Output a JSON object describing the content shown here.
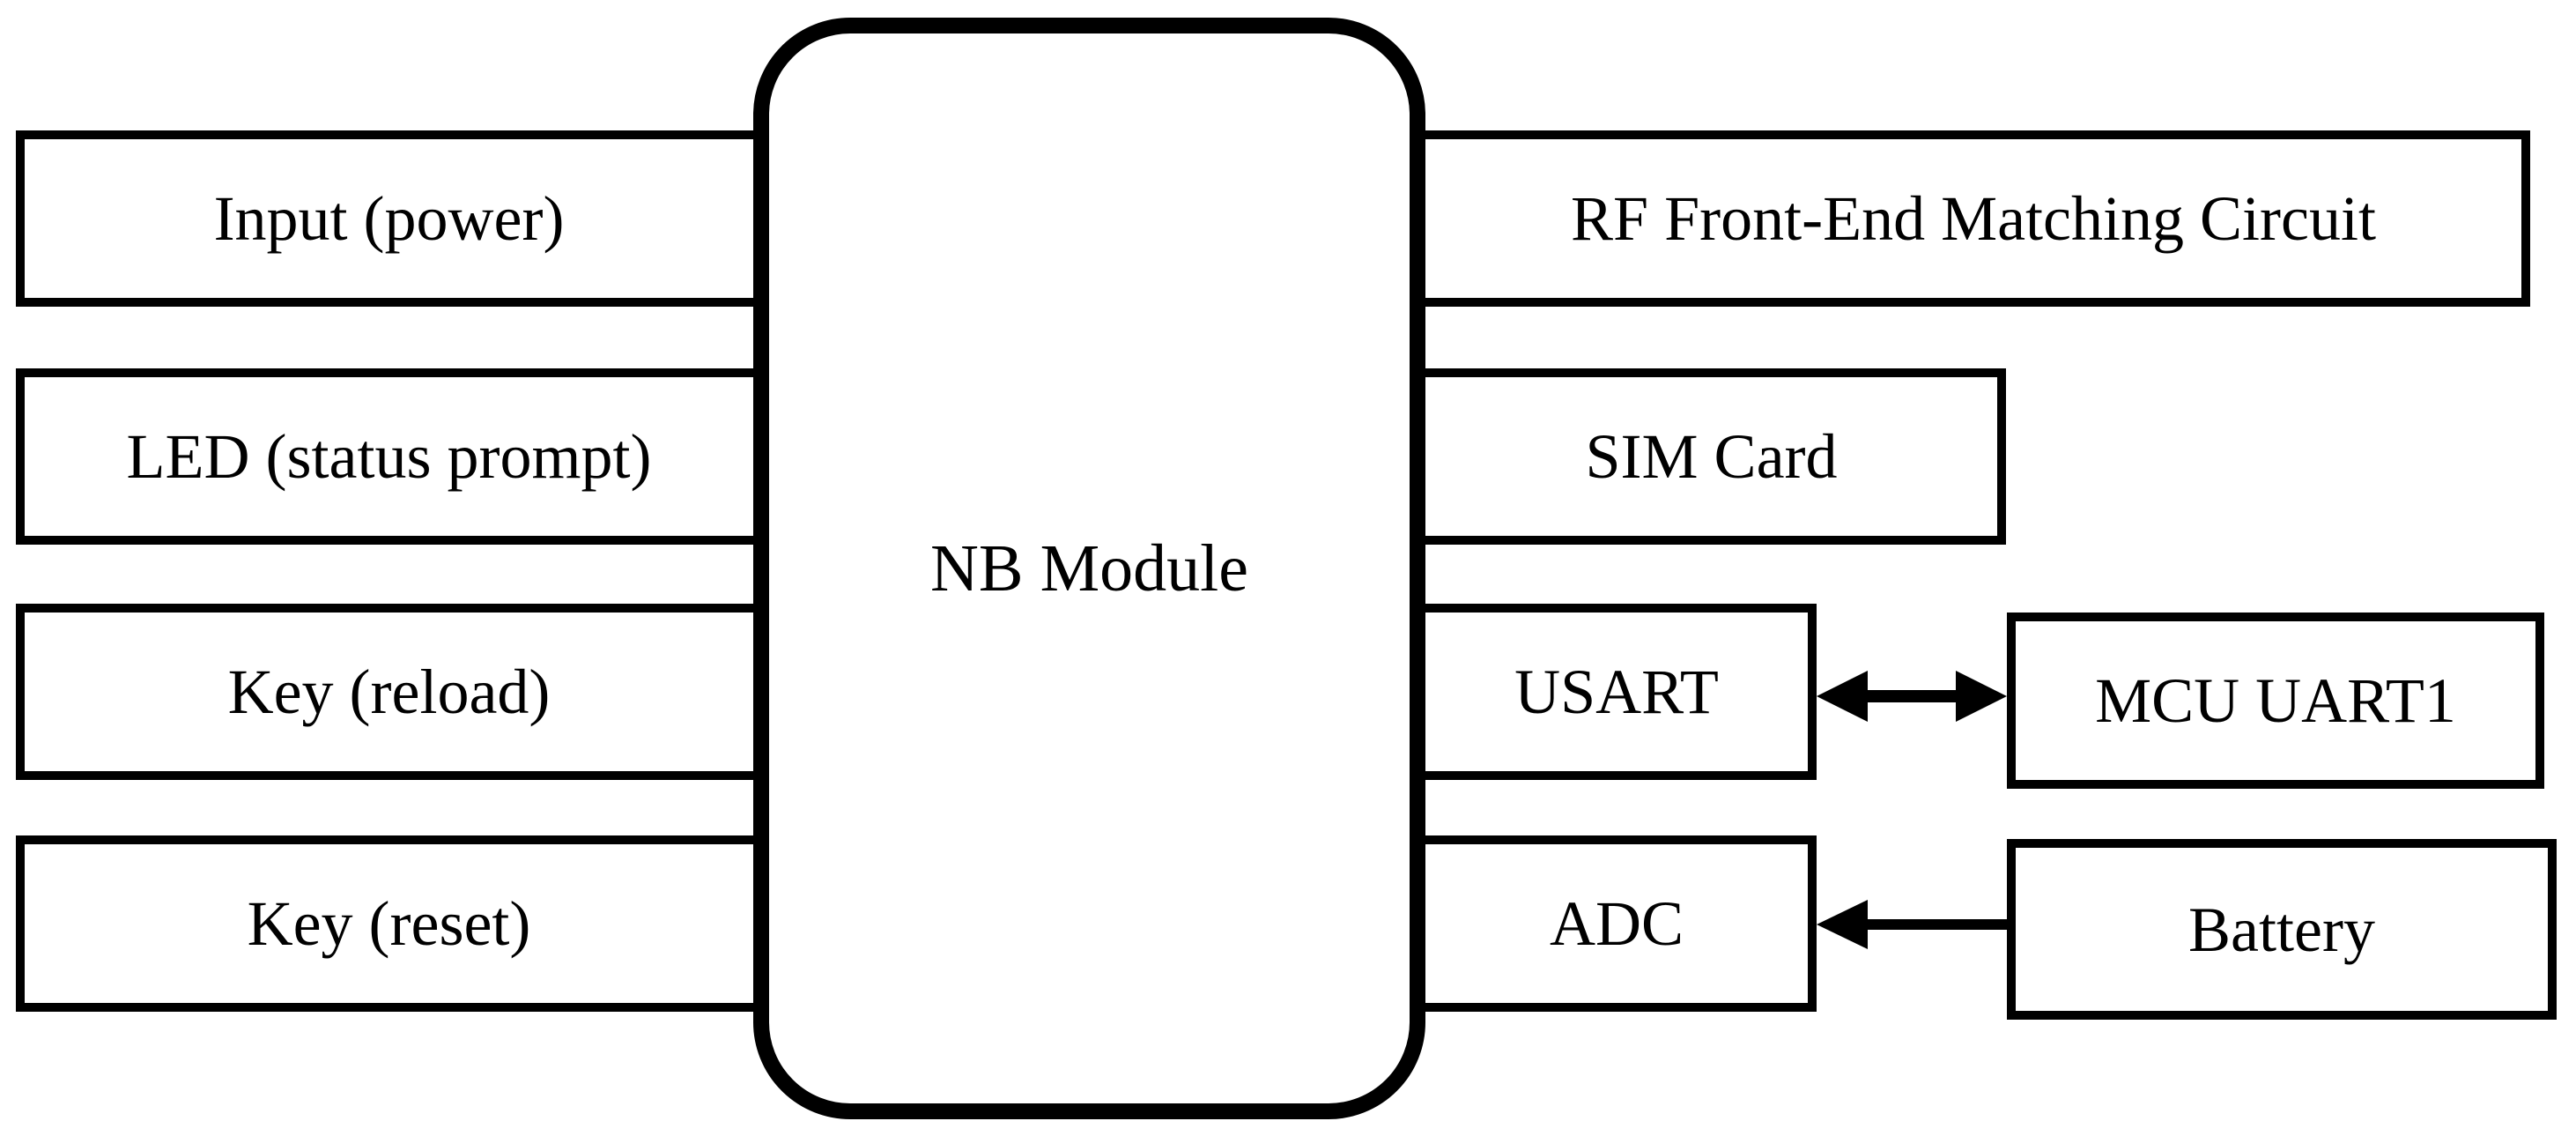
{
  "nodes": {
    "input_power": {
      "label": "Input (power)"
    },
    "led_status": {
      "label": "LED (status prompt)"
    },
    "key_reload": {
      "label": "Key (reload)"
    },
    "key_reset": {
      "label": "Key (reset)"
    },
    "nb_module": {
      "label": "NB Module"
    },
    "rf_circuit": {
      "label": "RF Front-End Matching Circuit"
    },
    "sim_card": {
      "label": "SIM Card"
    },
    "usart": {
      "label": "USART"
    },
    "adc": {
      "label": "ADC"
    },
    "mcu_uart1": {
      "label": "MCU UART1"
    },
    "battery": {
      "label": "Battery"
    }
  },
  "connections": [
    {
      "from": "USART",
      "to": "MCU UART1",
      "type": "bidirectional"
    },
    {
      "from": "Battery",
      "to": "ADC",
      "type": "unidirectional"
    }
  ],
  "colors": {
    "line": "#000000",
    "text": "#000000",
    "background": "#ffffff"
  }
}
